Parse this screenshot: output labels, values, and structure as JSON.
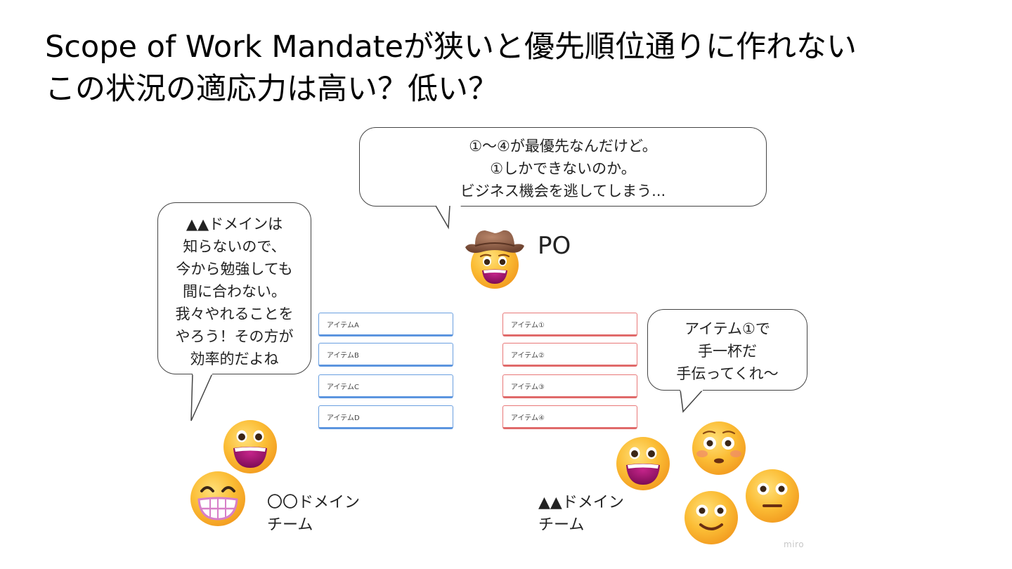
{
  "title": {
    "line1": "Scope of Work Mandateが狭いと優先順位通りに作れない",
    "line2": "この状況の適応力は高い？低い？"
  },
  "po_bubble": {
    "lines": [
      "①〜④が最優先なんだけど。",
      "①しかできないのか。",
      "ビジネス機会を逃してしまう..."
    ]
  },
  "po_label": "PO",
  "left_bubble": {
    "lines": [
      "▲▲ドメインは",
      "知らないので、",
      "今から勉強しても",
      "間に合わない。",
      "我々やれることを",
      "やろう！その方が",
      "効率的だよね"
    ]
  },
  "right_bubble": {
    "lines": [
      "アイテム①で",
      "手一杯だ",
      "手伝ってくれ〜"
    ]
  },
  "blue_items": [
    "アイテムA",
    "アイテムB",
    "アイテムC",
    "アイテムD"
  ],
  "red_items": [
    "アイテム①",
    "アイテム②",
    "アイテム③",
    "アイテム④"
  ],
  "left_team": {
    "line1": "〇〇ドメイン",
    "line2": "チーム"
  },
  "right_team": {
    "line1": "▲▲ドメイン",
    "line2": "チーム"
  },
  "watermark": "miro",
  "colors": {
    "blue_card": "#5c95df",
    "red_card": "#e06a6a",
    "emoji_face": "#f7b42c",
    "emoji_mouth": "#a0136c"
  },
  "icons": [
    "cowboy-hat-face-icon",
    "grinning-face-icon",
    "beaming-face-icon",
    "flushed-face-icon",
    "neutral-face-icon",
    "smiling-face-icon"
  ]
}
